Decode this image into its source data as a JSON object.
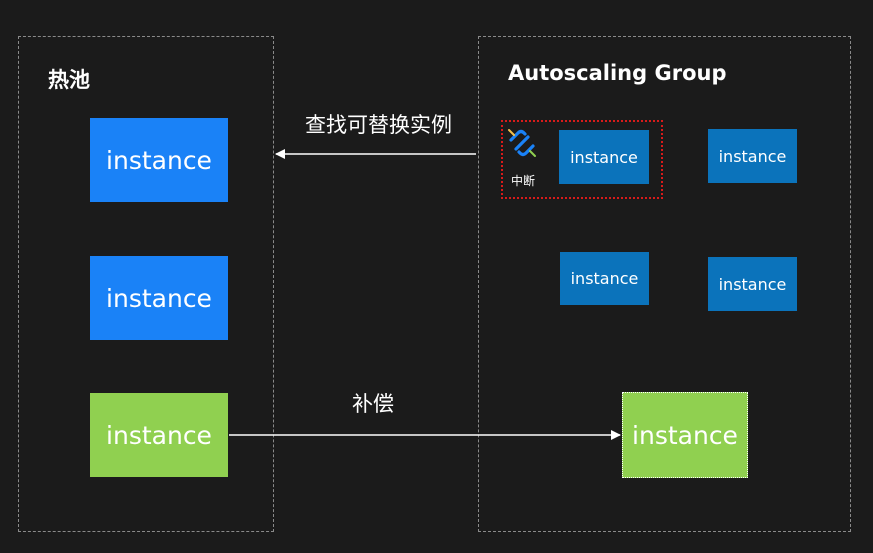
{
  "hot_pool": {
    "title": "热池",
    "instances": [
      "instance",
      "instance",
      "instance"
    ]
  },
  "autoscaling_group": {
    "title": "Autoscaling Group",
    "instances": [
      "instance",
      "instance",
      "instance",
      "instance"
    ],
    "new_instance": "instance",
    "interrupt_label": "中断"
  },
  "edges": {
    "replace": "查找可替换实例",
    "compensate": "补偿"
  },
  "colors": {
    "background": "#1b1b1b",
    "hot_pool_instance": "#1a82f7",
    "compensate_instance": "#90d050",
    "asg_instance": "#0b73bb",
    "interrupt_border": "#d81b1b"
  }
}
